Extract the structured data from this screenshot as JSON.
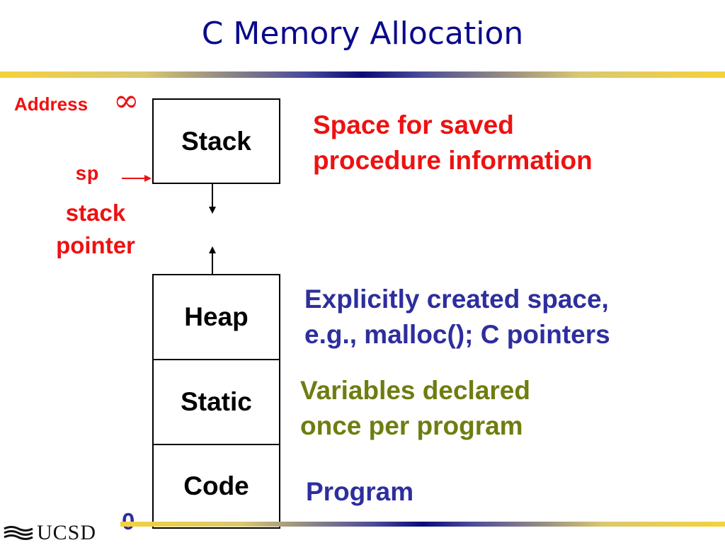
{
  "title": "C Memory Allocation",
  "address_label": "Address",
  "address_top_symbol": "∞",
  "address_bottom": "0",
  "sp": {
    "code": "sp",
    "line1": "stack",
    "line2": "pointer"
  },
  "segments": {
    "stack": "Stack",
    "heap": "Heap",
    "static": "Static",
    "code": "Code"
  },
  "descriptions": {
    "stack": [
      "Space for saved",
      "procedure information"
    ],
    "heap": [
      "Explicitly created space,",
      "e.g., malloc(); C pointers"
    ],
    "static": [
      "Variables declared",
      "once per program"
    ],
    "code": [
      "Program"
    ]
  },
  "logo": "UCSD",
  "colors": {
    "title": "#0a0a8c",
    "red": "#ee1111",
    "blue": "#2e2e9e",
    "olive": "#6f7d10"
  }
}
